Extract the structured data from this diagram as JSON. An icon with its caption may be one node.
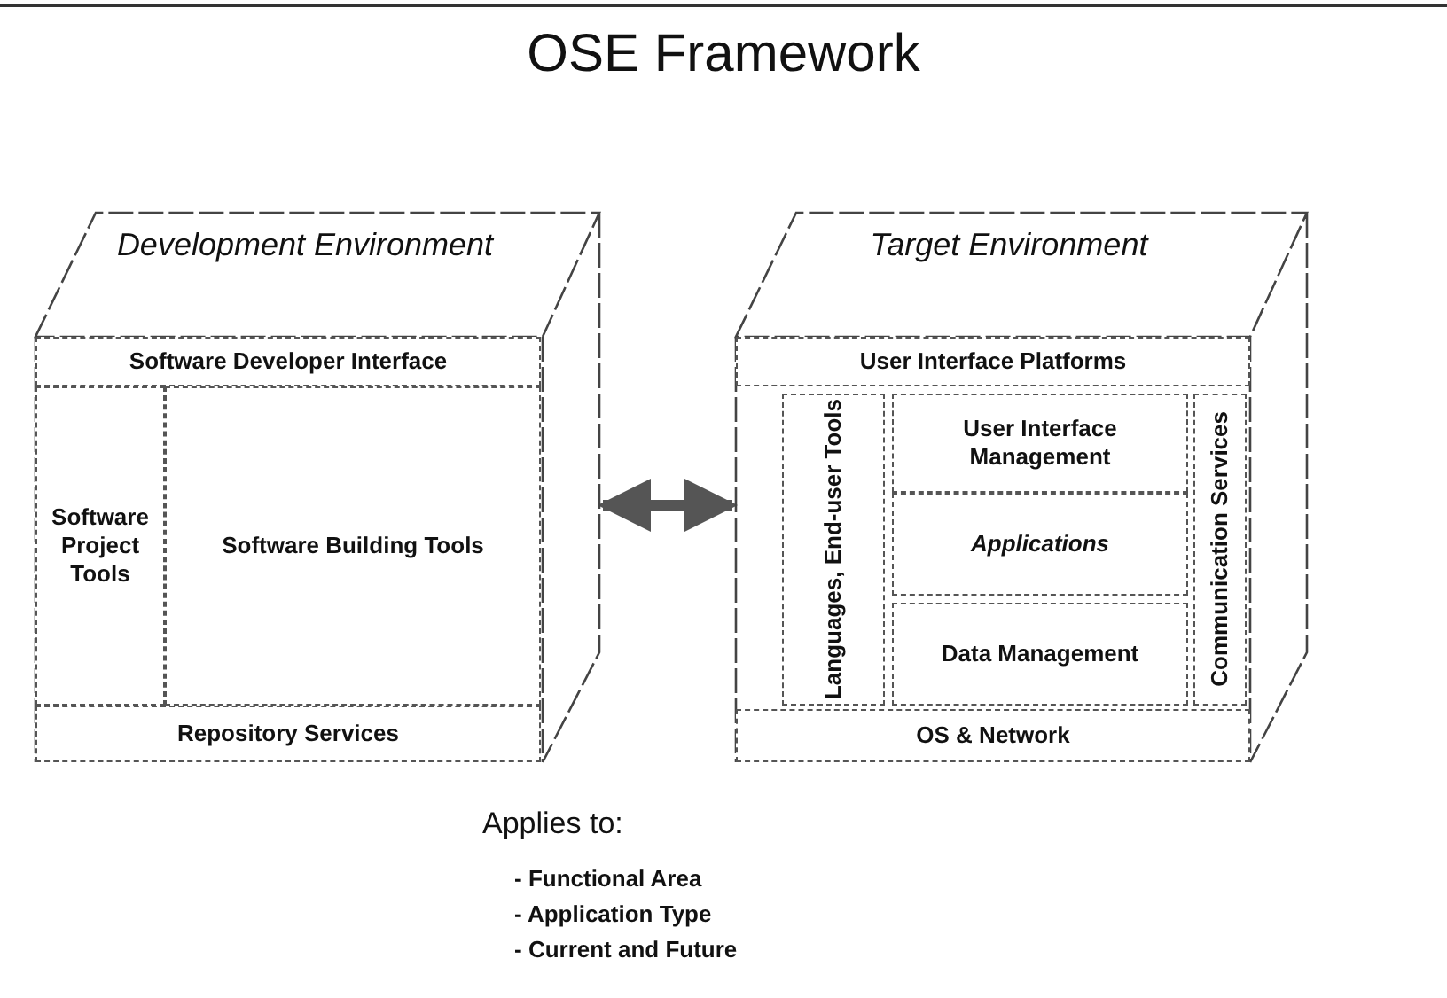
{
  "diagram": {
    "title": "OSE Framework",
    "nodes": [
      {
        "text": [
          "Development Environment"
        ]
      },
      {
        "text": [
          "Software Developer Interface"
        ],
        "in": 0
      },
      {
        "text": [
          "Software Project Tools"
        ],
        "in": 0
      },
      {
        "text": [
          "Software Building Tools"
        ],
        "in": 0
      },
      {
        "text": [
          "Repository Services"
        ],
        "in": 0
      },
      {
        "text": [
          "Target Environment"
        ]
      },
      {
        "text": [
          "User Interface Platforms"
        ],
        "in": 5
      },
      {
        "text": [
          "Languages, End-user Tools"
        ],
        "in": 5
      },
      {
        "text": [
          "User Interface Management"
        ],
        "in": 5
      },
      {
        "text": [
          "Applications"
        ],
        "in": 5
      },
      {
        "text": [
          "Data Management"
        ],
        "in": 5
      },
      {
        "text": [
          "Communication Services"
        ],
        "in": 5
      },
      {
        "text": [
          "OS & Network"
        ],
        "in": 5
      }
    ],
    "edges": [
      {
        "from": 0,
        "to": 5,
        "arrow": "both"
      }
    ],
    "labels": [
      "Applies to:",
      "- Functional Area",
      "- Application Type",
      "- Current and Future"
    ]
  }
}
